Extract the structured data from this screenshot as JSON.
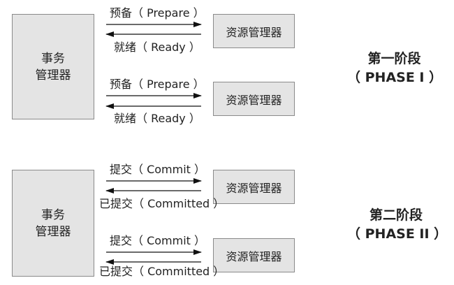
{
  "phase1": {
    "coordinator": {
      "line1": "事务",
      "line2": "管理器"
    },
    "participants": [
      "资源管理器",
      "资源管理器"
    ],
    "request_label": "预备（ Prepare ）",
    "response_label": "就绪（ Ready ）",
    "title": "第一阶段",
    "subtitle": "（ PHASE I ）"
  },
  "phase2": {
    "coordinator": {
      "line1": "事务",
      "line2": "管理器"
    },
    "participants": [
      "资源管理器",
      "资源管理器"
    ],
    "request_label": "提交（ Commit ）",
    "response_label": "已提交（ Committed ）",
    "title": "第二阶段",
    "subtitle": "（ PHASE II ）"
  }
}
